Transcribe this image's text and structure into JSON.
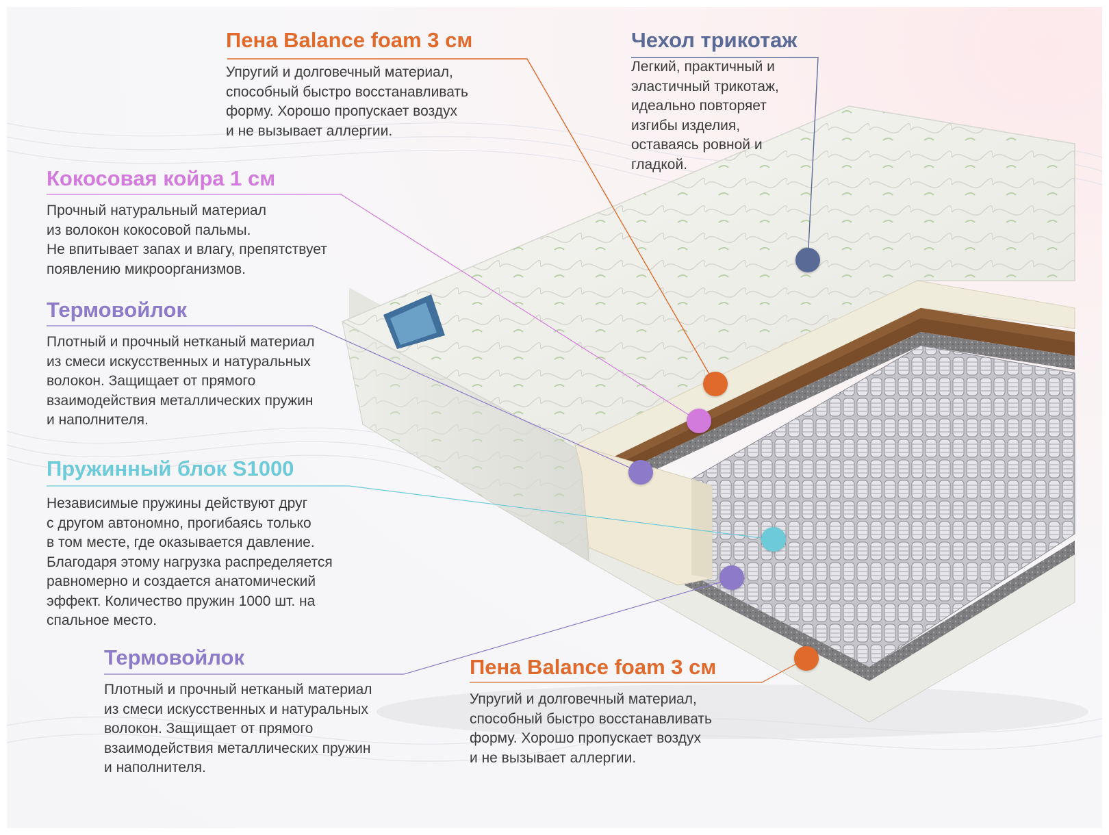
{
  "colors": {
    "orange": "#e06a2c",
    "pink": "#d27bdc",
    "purple": "#8d7ac8",
    "cyan": "#6dcad8",
    "navy": "#5a6a96"
  },
  "callouts": [
    {
      "id": "foam-top",
      "title": "Пена Balance foam 3 см",
      "text": "Упругий и долговечный материал,\nспособный быстро восстанавливать\nформу. Хорошо пропускает воздух\nи не вызывает аллергии.",
      "color": "orange"
    },
    {
      "id": "cover",
      "title": "Чехол трикотаж",
      "text": "Легкий, практичный и\nэластичный трикотаж,\nидеально повторяет\nизгибы изделия,\nоставаясь ровной и\nгладкой.",
      "color": "navy"
    },
    {
      "id": "coir",
      "title": "Кокосовая койра 1 см",
      "text": "Прочный натуральный материал\nиз волокон кокосовой пальмы.\nНе впитывает запах и влагу, препятствует\nпоявлению микроорганизмов.",
      "color": "pink"
    },
    {
      "id": "felt-top",
      "title": "Термовойлок",
      "text": "Плотный и прочный нетканый материал\nиз смеси искусственных и натуральных\nволокон. Защищает от прямого\nвзаимодействия металлических пружин\nи наполнителя.",
      "color": "purple"
    },
    {
      "id": "springs",
      "title": "Пружинный блок S1000",
      "text": "Независимые пружины действуют друг\nс другом автономно, прогибаясь только\nв том месте, где оказывается давление.\nБлагодаря этому нагрузка распределяется\nравномерно и создается анатомический\nэффект. Количество пружин 1000 шт. на\nспальное место.",
      "color": "cyan"
    },
    {
      "id": "felt-bottom",
      "title": "Термовойлок",
      "text": "Плотный и прочный нетканый материал\nиз смеси искусственных и натуральных\nволокон. Защищает от прямого\nвзаимодействия металлических пружин\nи наполнителя.",
      "color": "purple"
    },
    {
      "id": "foam-bottom",
      "title": "Пена Balance foam 3 см",
      "text": "Упругий и долговечный материал,\nспособный быстро восстанавливать\nформу. Хорошо пропускает воздух\nи не вызывает аллергии.",
      "color": "orange"
    }
  ]
}
